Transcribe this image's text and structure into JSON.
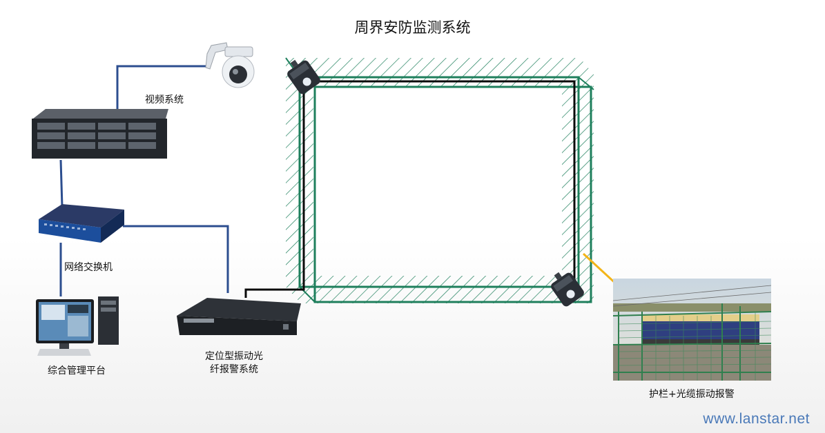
{
  "title": "周界安防监测系统",
  "labels": {
    "video": "视频系统",
    "switch": "网络交换机",
    "platform": "综合管理平台",
    "alarm_line1": "定位型振动光",
    "alarm_line2": "纤报警系统",
    "fence": "护栏+光缆振动报警"
  },
  "watermark": "www.lanstar.net",
  "colors": {
    "network_line": "#2c4e8f",
    "fiber_line": "#0a0a0a",
    "fence_green": "#1e7f5c",
    "pointer": "#f3b418"
  }
}
